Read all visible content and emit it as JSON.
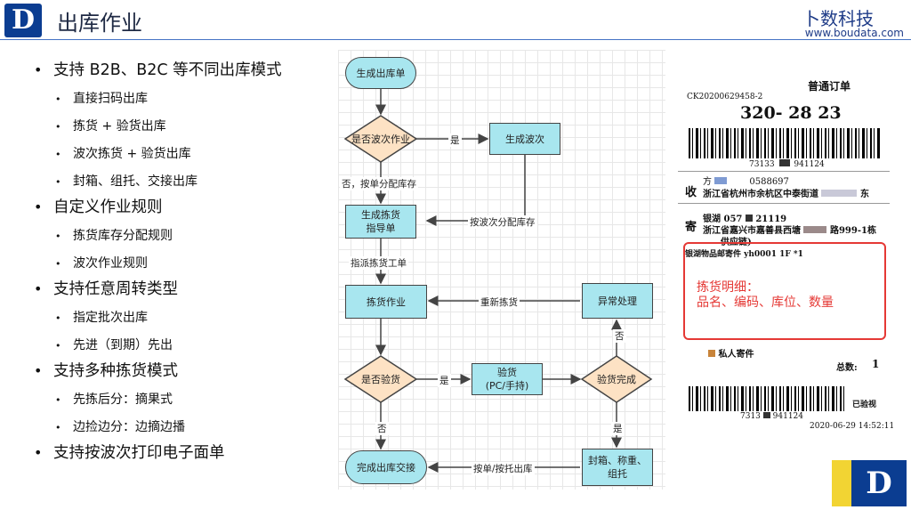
{
  "header": {
    "logo_letter": "D",
    "title": "出库作业",
    "brand": "卜数科技",
    "url": "www.boudata.com"
  },
  "bullets": [
    {
      "text": "支持 B2B、B2C 等不同出库模式",
      "children": [
        "直接扫码出库",
        "拣货 + 验货出库",
        "波次拣货 + 验货出库",
        "封箱、组托、交接出库"
      ]
    },
    {
      "text": "自定义作业规则",
      "children": [
        "拣货库存分配规则",
        "波次作业规则"
      ]
    },
    {
      "text": "支持任意周转类型",
      "children": [
        "指定批次出库",
        "先进（到期）先出"
      ]
    },
    {
      "text": "支持多种拣货模式",
      "children": [
        "先拣后分：摘果式",
        "边捡边分：边摘边播"
      ]
    },
    {
      "text": "支持按波次打印电子面单",
      "children": []
    }
  ],
  "flowchart": {
    "nodes": {
      "create_order": "生成出库单",
      "is_wave": "是否波次作业",
      "create_wave": "生成波次",
      "pick_guide_1": "生成拣货",
      "pick_guide_2": "指导单",
      "picking": "拣货作业",
      "exception": "异常处理",
      "is_check": "是否验货",
      "check_1": "验货",
      "check_2": "(PC/手持)",
      "check_done": "验货完成",
      "handover": "完成出库交接",
      "box_1": "封箱、称重、",
      "box_2": "组托"
    },
    "edges": {
      "yes_1": "是",
      "no_alloc": "否，按单分配库存",
      "wave_alloc": "按波次分配库存",
      "assign": "指派拣货工单",
      "repick": "重新拣货",
      "no_2": "否",
      "yes_2": "是",
      "no_3": "否",
      "yes_3": "是",
      "by_order": "按单/按托出库"
    }
  },
  "order_slip": {
    "type": "普通订单",
    "order_no": "CK20200629458-2",
    "sort_code": "320- 28 23",
    "barcode_text": "73133",
    "barcode_tail": "941124",
    "recv_label": "收",
    "recv_name": "方",
    "recv_phone": "0588697",
    "recv_addr": "浙江省杭州市余杭区中泰街道",
    "recv_tail": "东",
    "send_label": "寄",
    "send_name": "银湖 057",
    "send_phone": "21119",
    "send_addr": "浙江省嘉兴市嘉善县西塘",
    "send_addr2": "路999-1栋",
    "send_addr3": "供应链)",
    "item_line": "银湖物品邮寄件  yh0001  1F  *1",
    "private": "私人寄件",
    "total_label": "总数:",
    "total_value": "1",
    "barcode2_text": "7313",
    "barcode2_tail": "941124",
    "checked": "已验视",
    "timestamp": "2020-06-29 14:52:11"
  },
  "highlight": {
    "line1": "拣货明细：",
    "line2": "品名、编码、库位、数量",
    "color": "#e53935"
  },
  "colors": {
    "node_fill": "#a8e6ef",
    "decision_fill": "#fde2c4",
    "brand_blue": "#0b3d91",
    "brand_yellow": "#f2d433"
  },
  "corner_logo_letter": "D"
}
